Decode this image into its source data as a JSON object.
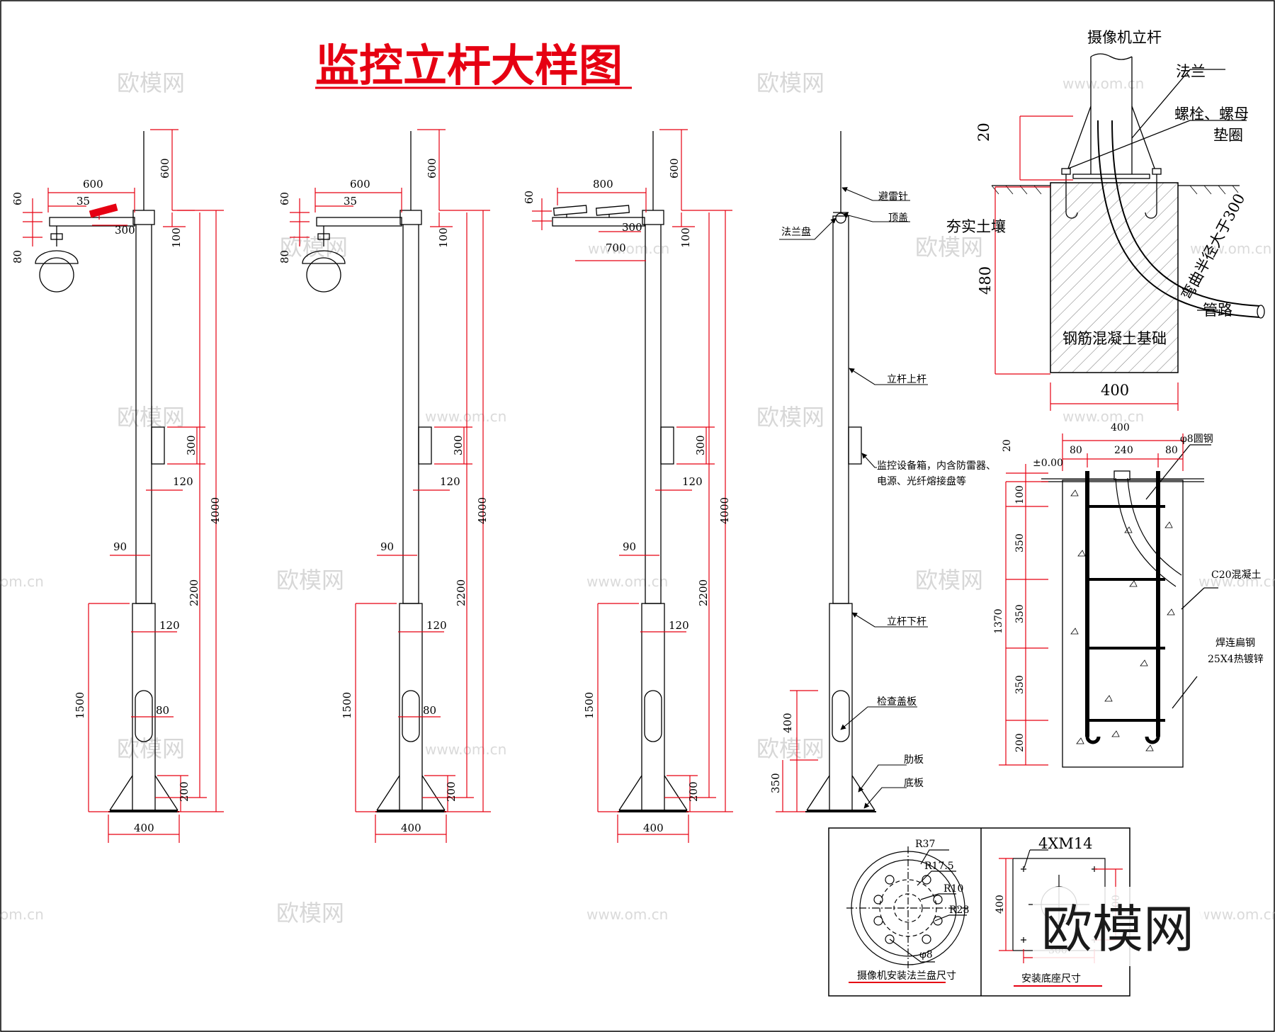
{
  "title": "监控立杆大样图",
  "poles": [
    {
      "top": "600",
      "arm": "600",
      "arm_off": "35",
      "h60": "60",
      "h80": "80",
      "h100": "100",
      "h300": "300",
      "box_h": "300",
      "box_w": "120",
      "d90": "90",
      "total": "4000",
      "upper": "2200",
      "lower": "1500",
      "d120": "120",
      "d80": "80",
      "h200": "200",
      "base": "400"
    },
    {
      "top": "600",
      "arm": "600",
      "arm_off": "35",
      "h60": "60",
      "h80": "80",
      "h100": "100",
      "box_h": "300",
      "box_w": "120",
      "d90": "90",
      "total": "4000",
      "upper": "2200",
      "lower": "1500",
      "d120": "120",
      "d80": "80",
      "h200": "200",
      "base": "400"
    },
    {
      "top": "600",
      "arm": "800",
      "h60": "60",
      "h300": "300",
      "h700": "700",
      "h100": "100",
      "box_h": "300",
      "box_w": "120",
      "d90": "90",
      "total": "4000",
      "upper": "2200",
      "lower": "1500",
      "d120": "120",
      "h200": "200",
      "base": "400"
    }
  ],
  "pole4": {
    "labels": {
      "lightning_rod": "避雷针",
      "top_cap": "顶盖",
      "flange": "法兰盘",
      "upper_rod": "立杆上杆",
      "box_line1": "监控设备箱，内含防雷器、",
      "box_line2": "电源、光纤熔接盘等",
      "lower_rod": "立杆下杆",
      "cover": "检查盖板",
      "rib": "肋板",
      "baseplate": "底板"
    },
    "dims": {
      "h400": "400",
      "h350": "350"
    }
  },
  "foundation_top": {
    "camera_pole": "摄像机立杆",
    "flange": "法兰",
    "bolt": "螺栓、螺母",
    "washer": "垫圈",
    "soil": "夯实土壤",
    "bend": "弯曲半径大于300",
    "pipe": "管路",
    "concrete": "钢筋混凝土基础",
    "d20": "20",
    "d480": "480",
    "d400": "400"
  },
  "foundation_section": {
    "w400": "400",
    "w80a": "80",
    "w240": "240",
    "w80b": "80",
    "rebar": "φ8圆钢",
    "elev": "±0.00",
    "d20": "20",
    "d100": "100",
    "d350a": "350",
    "d350b": "350",
    "d350c": "350",
    "d200": "200",
    "d1370": "1370",
    "concrete": "C20混凝土",
    "flat_steel_1": "焊连扁钢",
    "flat_steel_2": "25X4热镀锌"
  },
  "flange_plan": {
    "r37": "R37",
    "r175": "R17.5",
    "r10": "R10",
    "r28": "R28",
    "phi8": "φ8",
    "caption": "摄像机安装法兰盘尺寸"
  },
  "base_plan": {
    "bolts": "4XM14",
    "d400": "400",
    "d300v": "300",
    "d300h": "300",
    "caption": "安装底座尺寸"
  },
  "watermark": {
    "text": "欧模网",
    "url": "www.om.cn",
    "url_short": "om.cn"
  },
  "brand": "欧模网",
  "colors": {
    "red": "#e60012",
    "line": "#000000",
    "watermark": "#b8b8b8"
  }
}
